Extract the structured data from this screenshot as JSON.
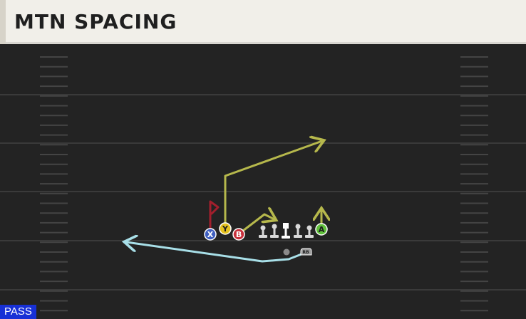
{
  "header": {
    "title": "MTN SPACING"
  },
  "play": {
    "type_badge": "PASS",
    "players": [
      {
        "id": "X",
        "label": "X",
        "color": "#3f5fc0"
      },
      {
        "id": "Y",
        "label": "Y",
        "color": "#e6c21f"
      },
      {
        "id": "B",
        "label": "B",
        "color": "#c8303c"
      },
      {
        "id": "A",
        "label": "A",
        "color": "#5fbf3a"
      },
      {
        "id": "RB",
        "label": "RB",
        "color": "#9a9a9a"
      }
    ],
    "routes": {
      "X": {
        "color": "#a21f2c"
      },
      "Y": {
        "color": "#b6b84c"
      },
      "B": {
        "color": "#b6b84c"
      },
      "A": {
        "color": "#b6b84c"
      },
      "RB": {
        "color": "#a8dfe8"
      }
    }
  },
  "colors": {
    "field": "#232323",
    "yard_line": "#3a3a3a",
    "hash": "#444444",
    "lineman": "#d9d9d9",
    "center": "#ffffff"
  }
}
